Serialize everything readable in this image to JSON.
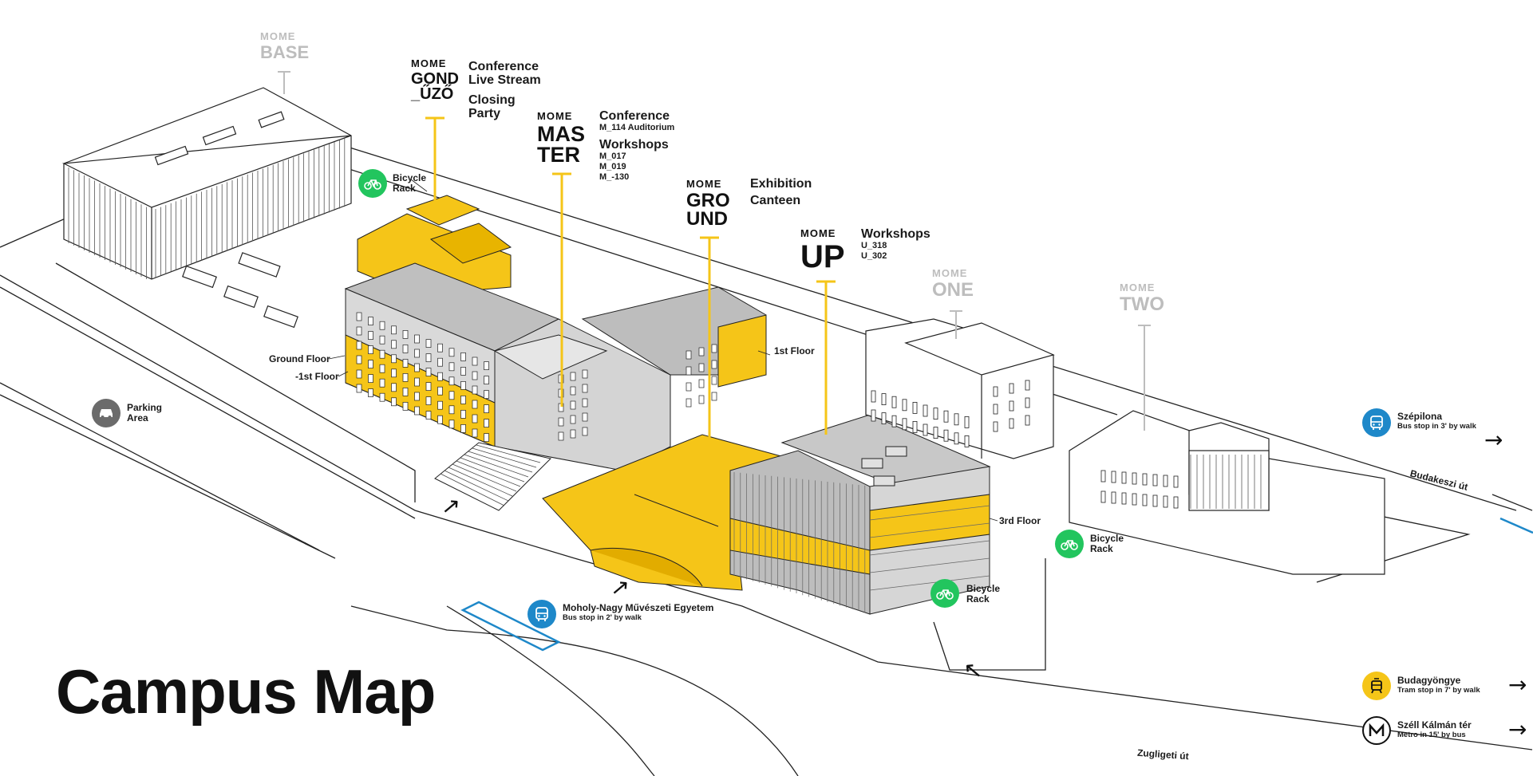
{
  "title": "Campus Map",
  "colors": {
    "accent": "#f5c518",
    "green": "#22c55e",
    "blue": "#1e88c9",
    "line": "#222222",
    "gray": "#bdbdbd"
  },
  "logos": {
    "mark": "MOME",
    "base": [
      "BASE"
    ],
    "gond": [
      "GOND",
      "_ŰZŐ"
    ],
    "master": [
      "MAS",
      "TER"
    ],
    "ground": [
      "GRO",
      "UND"
    ],
    "up": [
      "UP"
    ],
    "one": [
      "ONE"
    ],
    "two": [
      "TWO"
    ]
  },
  "events": {
    "gond": {
      "line1": "Conference",
      "line2": "Live Stream",
      "line3": "Closing",
      "line4": "Party"
    },
    "master": {
      "h1": "Conference",
      "s1": "M_114 Auditorium",
      "h2": "Workshops",
      "rooms": [
        "M_017",
        "M_019",
        "M_-130"
      ]
    },
    "ground": {
      "h1": "Exhibition",
      "h2": "Canteen"
    },
    "up": {
      "h1": "Workshops",
      "rooms": [
        "U_318",
        "U_302"
      ]
    }
  },
  "floors": {
    "ground": "Ground Floor",
    "minus1": "-1st Floor",
    "first": "1st Floor",
    "third": "3rd Floor"
  },
  "amenities": {
    "bike1": [
      "Bicycle",
      "Rack"
    ],
    "bike2": [
      "Bicycle",
      "Rack"
    ],
    "bike3": [
      "Bicycle",
      "Rack"
    ],
    "parking": [
      "Parking",
      "Area"
    ]
  },
  "transit": {
    "moholy": {
      "name": "Moholy-Nagy Művészeti Egyetem",
      "desc": "Bus stop in 2' by walk",
      "icon": "bus-icon"
    },
    "szepilona": {
      "name": "Szépilona",
      "desc": "Bus stop in 3' by walk",
      "icon": "bus-icon"
    },
    "budagyongye": {
      "name": "Budagyöngye",
      "desc": "Tram stop in 7' by walk",
      "icon": "tram-icon"
    },
    "szell": {
      "name": "Széll Kálmán tér",
      "desc": "Metro in 15' by bus",
      "icon": "metro-icon"
    }
  },
  "streets": {
    "budakeszi": "Budakeszi út",
    "zugligeti": "Zugligeti út"
  }
}
